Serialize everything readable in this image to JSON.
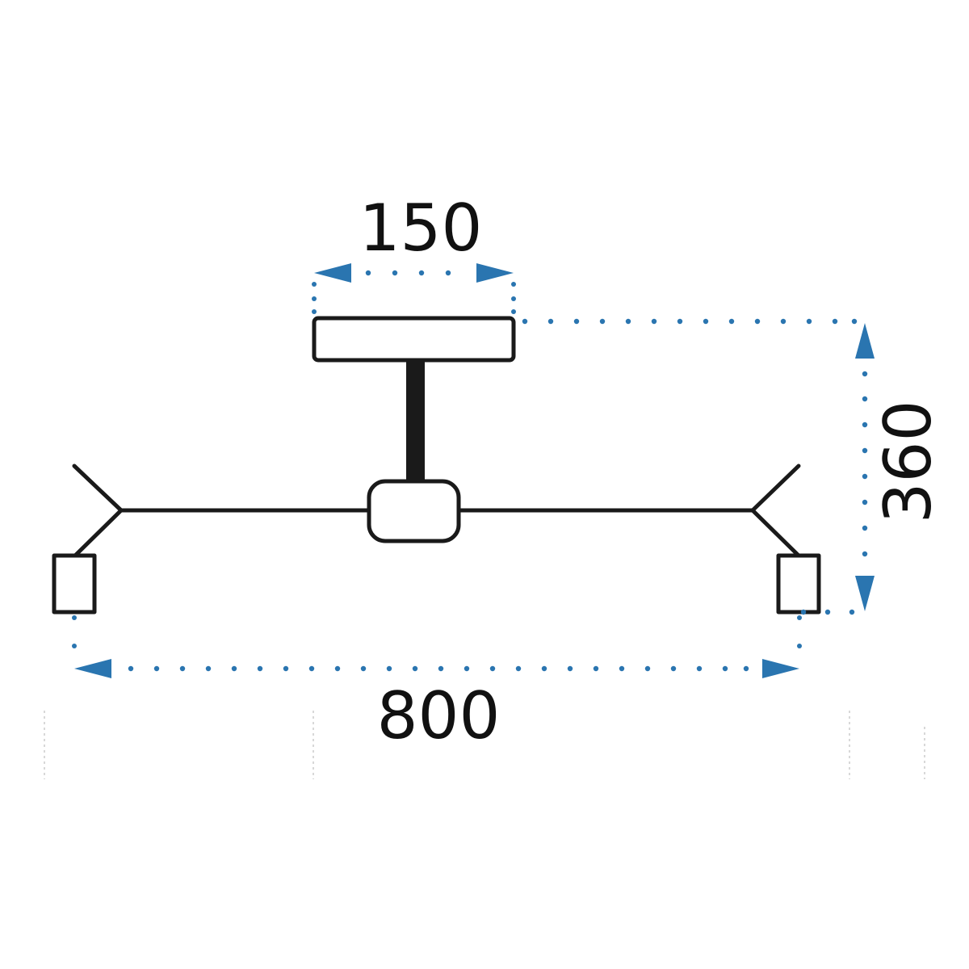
{
  "dimensions": {
    "canopy_width": "150",
    "height": "360",
    "total_width": "800"
  },
  "colors": {
    "outline": "#1a1a1a",
    "dimension": "#2a75b0",
    "background": "#ffffff"
  }
}
